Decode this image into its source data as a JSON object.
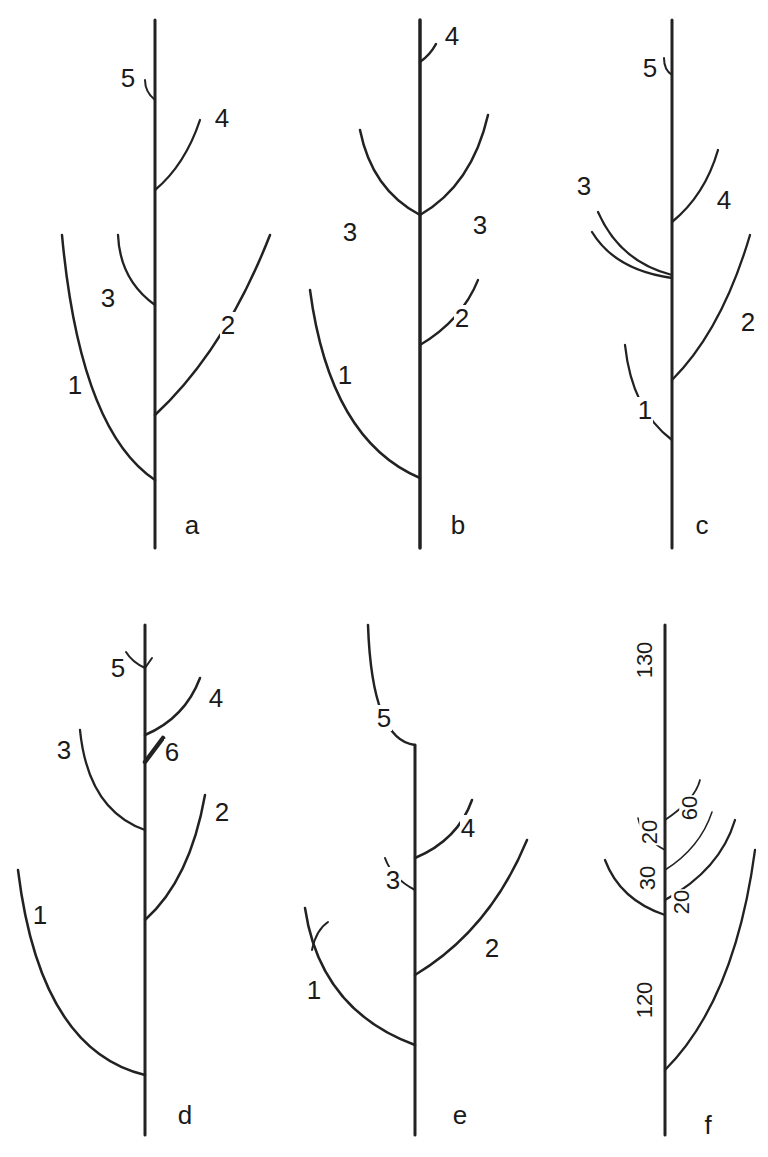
{
  "diagram": {
    "labels": [
      "5",
      "4",
      "3",
      "1",
      "2",
      "a",
      "4",
      "3",
      "3",
      "2",
      "1",
      "b",
      "5",
      "3",
      "4",
      "2",
      "1",
      "c",
      "5",
      "4",
      "6",
      "3",
      "2",
      "1",
      "d",
      "5",
      "4",
      "3",
      "2",
      "1",
      "e",
      "130",
      "60",
      "20",
      "30",
      "20",
      "120",
      "f"
    ]
  }
}
